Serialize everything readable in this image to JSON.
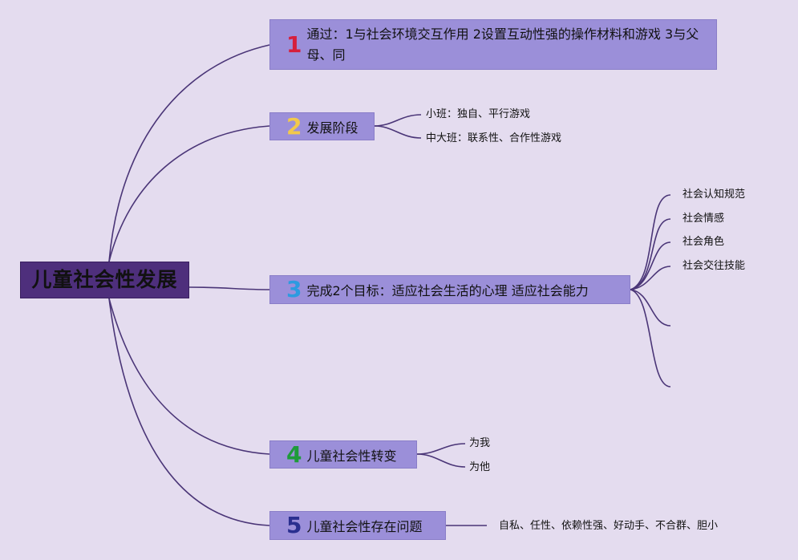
{
  "root": {
    "label": "儿童社会性发展"
  },
  "topics": [
    {
      "number": "1",
      "number_color": "#d61f3c",
      "label": "通过：1与社会环境交互作用 2设置互动性强的操作材料和游戏 3与父母、同",
      "children": []
    },
    {
      "number": "2",
      "number_color": "#f2c94c",
      "label": "发展阶段",
      "children": [
        "小班：独自、平行游戏",
        "中大班：联系性、合作性游戏"
      ]
    },
    {
      "number": "3",
      "number_color": "#2d9be0",
      "label": "完成2个目标：适应社会生活的心理 适应社会能力",
      "children": [
        "社会认知规范",
        "社会情感",
        "社会角色",
        "社会交往技能",
        "",
        ""
      ]
    },
    {
      "number": "4",
      "number_color": "#1e9b3a",
      "label": "儿童社会性转变",
      "children": [
        "为我",
        "为他"
      ]
    },
    {
      "number": "5",
      "number_color": "#2a2f8f",
      "label": "儿童社会性存在问题",
      "children": [
        "自私、任性、依赖性强、好动手、不合群、胆小"
      ]
    }
  ],
  "colors": {
    "background": "#e4dcef",
    "root_fill": "#4e2f7c",
    "topic_fill": "#9b8fd9",
    "line": "#4a3577"
  }
}
